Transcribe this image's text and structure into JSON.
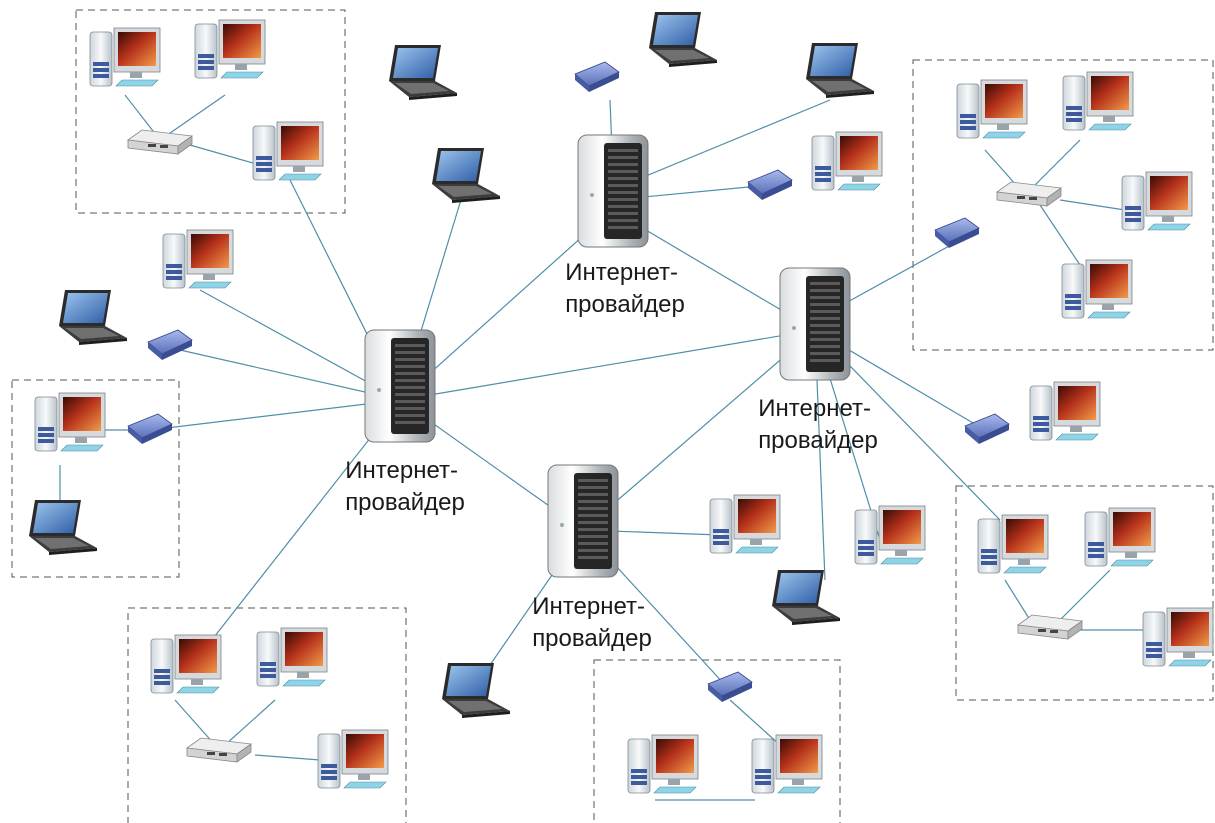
{
  "isps": [
    {
      "id": "isp-center",
      "label_line1": "Интернет-",
      "label_line2": "провайдер"
    },
    {
      "id": "isp-top",
      "label_line1": "Интернет-",
      "label_line2": "провайдер"
    },
    {
      "id": "isp-right",
      "label_line1": "Интернет-",
      "label_line2": "провайдер"
    },
    {
      "id": "isp-bottom",
      "label_line1": "Интернет-",
      "label_line2": "провайдер"
    }
  ],
  "colors": {
    "link": "#4f8fa8",
    "lan_border": "#555555",
    "label": "#1a1a1a"
  }
}
